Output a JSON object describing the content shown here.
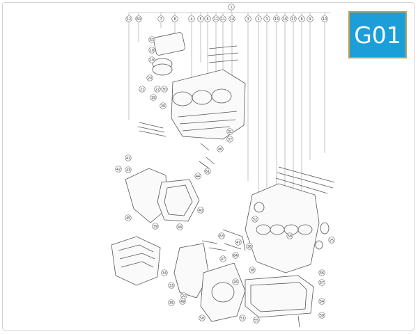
{
  "badge": {
    "label": "G01",
    "background": "#1c9fd8",
    "border": "#bfa15a"
  },
  "diagram": {
    "top_callout": "1",
    "header_callouts": [
      "12",
      "60",
      "7",
      "8",
      "4",
      "5",
      "6",
      "11",
      "11",
      "14",
      "3",
      "2",
      "3",
      "15",
      "16",
      "17",
      "8",
      "9",
      "10"
    ],
    "callouts": [
      "53",
      "18",
      "19",
      "20",
      "21",
      "22",
      "19",
      "30",
      "30",
      "31",
      "37",
      "46",
      "41",
      "42",
      "43",
      "44",
      "45",
      "39",
      "44",
      "61",
      "63",
      "52",
      "25",
      "58",
      "47",
      "47",
      "26",
      "22",
      "33",
      "35",
      "49",
      "50",
      "51",
      "55",
      "56",
      "57",
      "54",
      "59",
      "64",
      "36",
      "34",
      "40",
      "38"
    ]
  }
}
